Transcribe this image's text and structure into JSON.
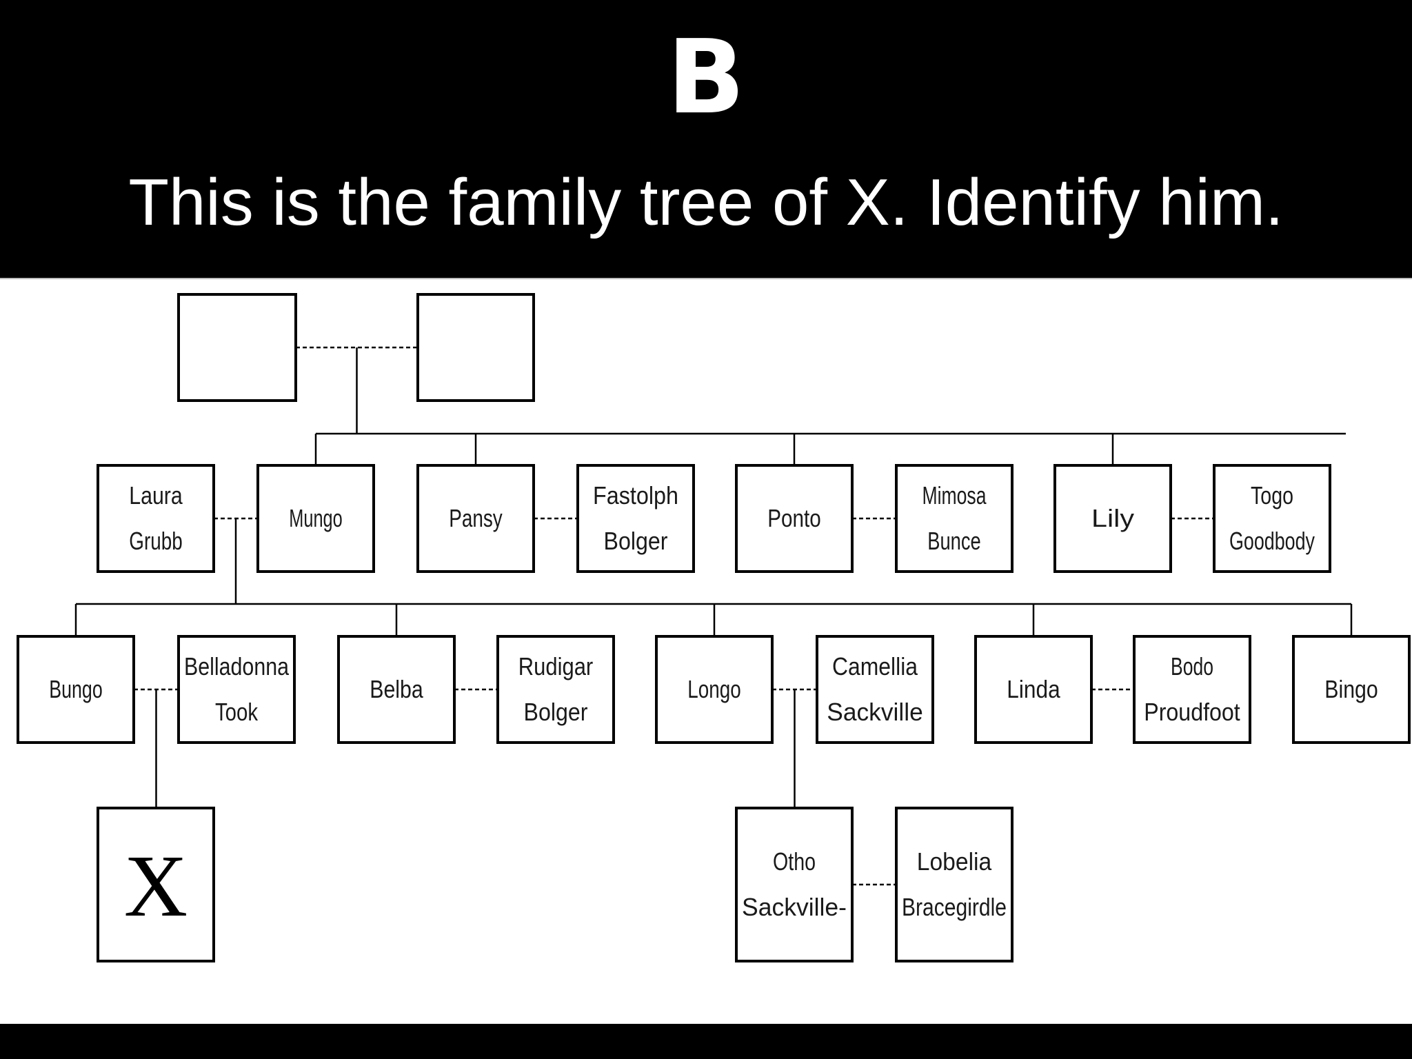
{
  "header": {
    "slide_letter": "B",
    "question": "This is the family tree of X. Identify him."
  },
  "tree": {
    "nodes": [
      {
        "id": "gp1",
        "lines": []
      },
      {
        "id": "gp2",
        "lines": []
      },
      {
        "id": "laura",
        "lines": [
          "Laura",
          "Grubb"
        ]
      },
      {
        "id": "mungo",
        "lines": [
          "Mungo"
        ]
      },
      {
        "id": "pansy",
        "lines": [
          "Pansy"
        ]
      },
      {
        "id": "fastolph",
        "lines": [
          "Fastolph",
          "Bolger"
        ]
      },
      {
        "id": "ponto",
        "lines": [
          "Ponto"
        ]
      },
      {
        "id": "mimosa",
        "lines": [
          "Mimosa",
          "Bunce"
        ]
      },
      {
        "id": "lily",
        "lines": [
          "Lily"
        ]
      },
      {
        "id": "togo",
        "lines": [
          "Togo",
          "Goodbody"
        ]
      },
      {
        "id": "bungo",
        "lines": [
          "Bungo"
        ]
      },
      {
        "id": "belladonna",
        "lines": [
          "Belladonna",
          "Took"
        ]
      },
      {
        "id": "belba",
        "lines": [
          "Belba"
        ]
      },
      {
        "id": "rudigar",
        "lines": [
          "Rudigar",
          "Bolger"
        ]
      },
      {
        "id": "longo",
        "lines": [
          "Longo"
        ]
      },
      {
        "id": "camellia",
        "lines": [
          "Camellia",
          "Sackville"
        ]
      },
      {
        "id": "linda",
        "lines": [
          "Linda"
        ]
      },
      {
        "id": "bodo",
        "lines": [
          "Bodo",
          "Proudfoot"
        ]
      },
      {
        "id": "bingo",
        "lines": [
          "Bingo"
        ]
      },
      {
        "id": "x",
        "lines": [
          "X"
        ],
        "style": "large"
      },
      {
        "id": "otho",
        "lines": [
          "Otho",
          "Sackville-"
        ]
      },
      {
        "id": "lobelia",
        "lines": [
          "Lobelia",
          "Bracegirdle"
        ]
      }
    ],
    "marriages": [
      [
        "gp1",
        "gp2"
      ],
      [
        "laura",
        "mungo"
      ],
      [
        "pansy",
        "fastolph"
      ],
      [
        "ponto",
        "mimosa"
      ],
      [
        "lily",
        "togo"
      ],
      [
        "bungo",
        "belladonna"
      ],
      [
        "belba",
        "rudigar"
      ],
      [
        "longo",
        "camellia"
      ],
      [
        "linda",
        "bodo"
      ],
      [
        "otho",
        "lobelia"
      ]
    ],
    "children": [
      {
        "parents": [
          "gp1",
          "gp2"
        ],
        "children": [
          "mungo",
          "pansy",
          "ponto",
          "lily"
        ]
      },
      {
        "parents": [
          "laura",
          "mungo"
        ],
        "children": [
          "bungo",
          "belba",
          "longo",
          "linda",
          "bingo"
        ]
      },
      {
        "parents": [
          "bungo",
          "belladonna"
        ],
        "children": [
          "x"
        ]
      },
      {
        "parents": [
          "longo",
          "camellia"
        ],
        "children": [
          "otho"
        ]
      }
    ]
  }
}
